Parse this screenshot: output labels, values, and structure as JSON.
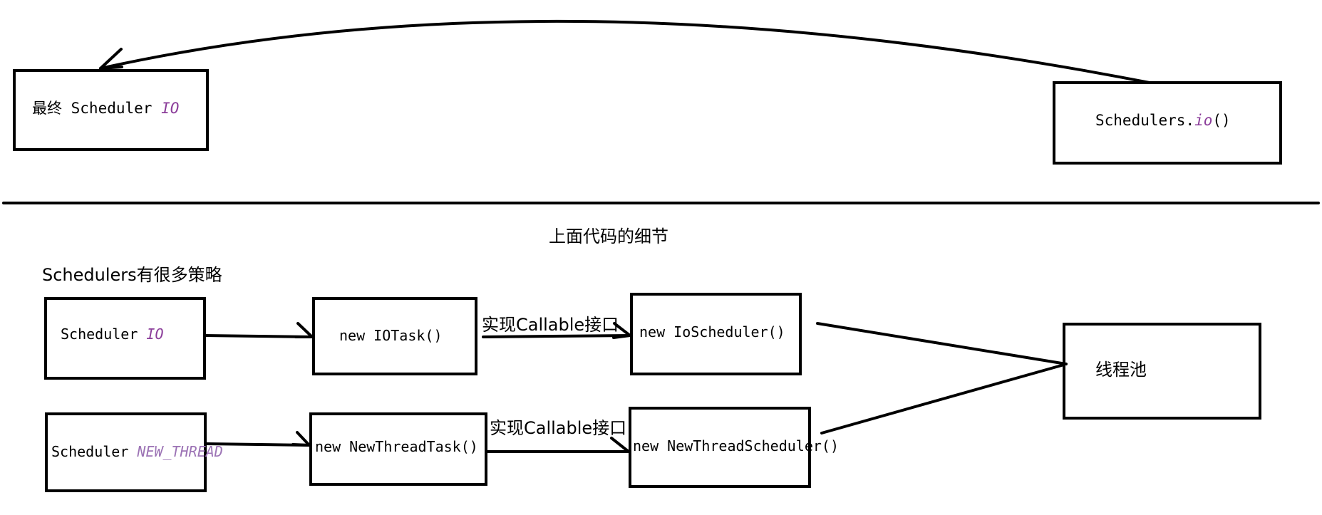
{
  "colors": {
    "stroke": "#000000",
    "text": "#000000",
    "highlight": "#8b3d9a",
    "highlight_soft": "#9c73b5"
  },
  "top": {
    "left_box": {
      "prefix": "最终 Scheduler ",
      "highlight": "IO"
    },
    "right_box": {
      "prefix": "Schedulers.",
      "highlight": "io",
      "suffix": "()"
    }
  },
  "section_title": "上面代码的细节",
  "left_caption": "Schedulers有很多策略",
  "rows": [
    {
      "scheduler_prefix": "Scheduler ",
      "scheduler_highlight": "IO",
      "task": "new IOTask()",
      "edge_label": "实现Callable接口",
      "scheduler_impl": "new IoScheduler()"
    },
    {
      "scheduler_prefix": "Scheduler ",
      "scheduler_highlight": "NEW_THREAD",
      "task": "new NewThreadTask()",
      "edge_label": "实现Callable接口",
      "scheduler_impl": "new NewThreadScheduler()"
    }
  ],
  "pool_label": "线程池"
}
